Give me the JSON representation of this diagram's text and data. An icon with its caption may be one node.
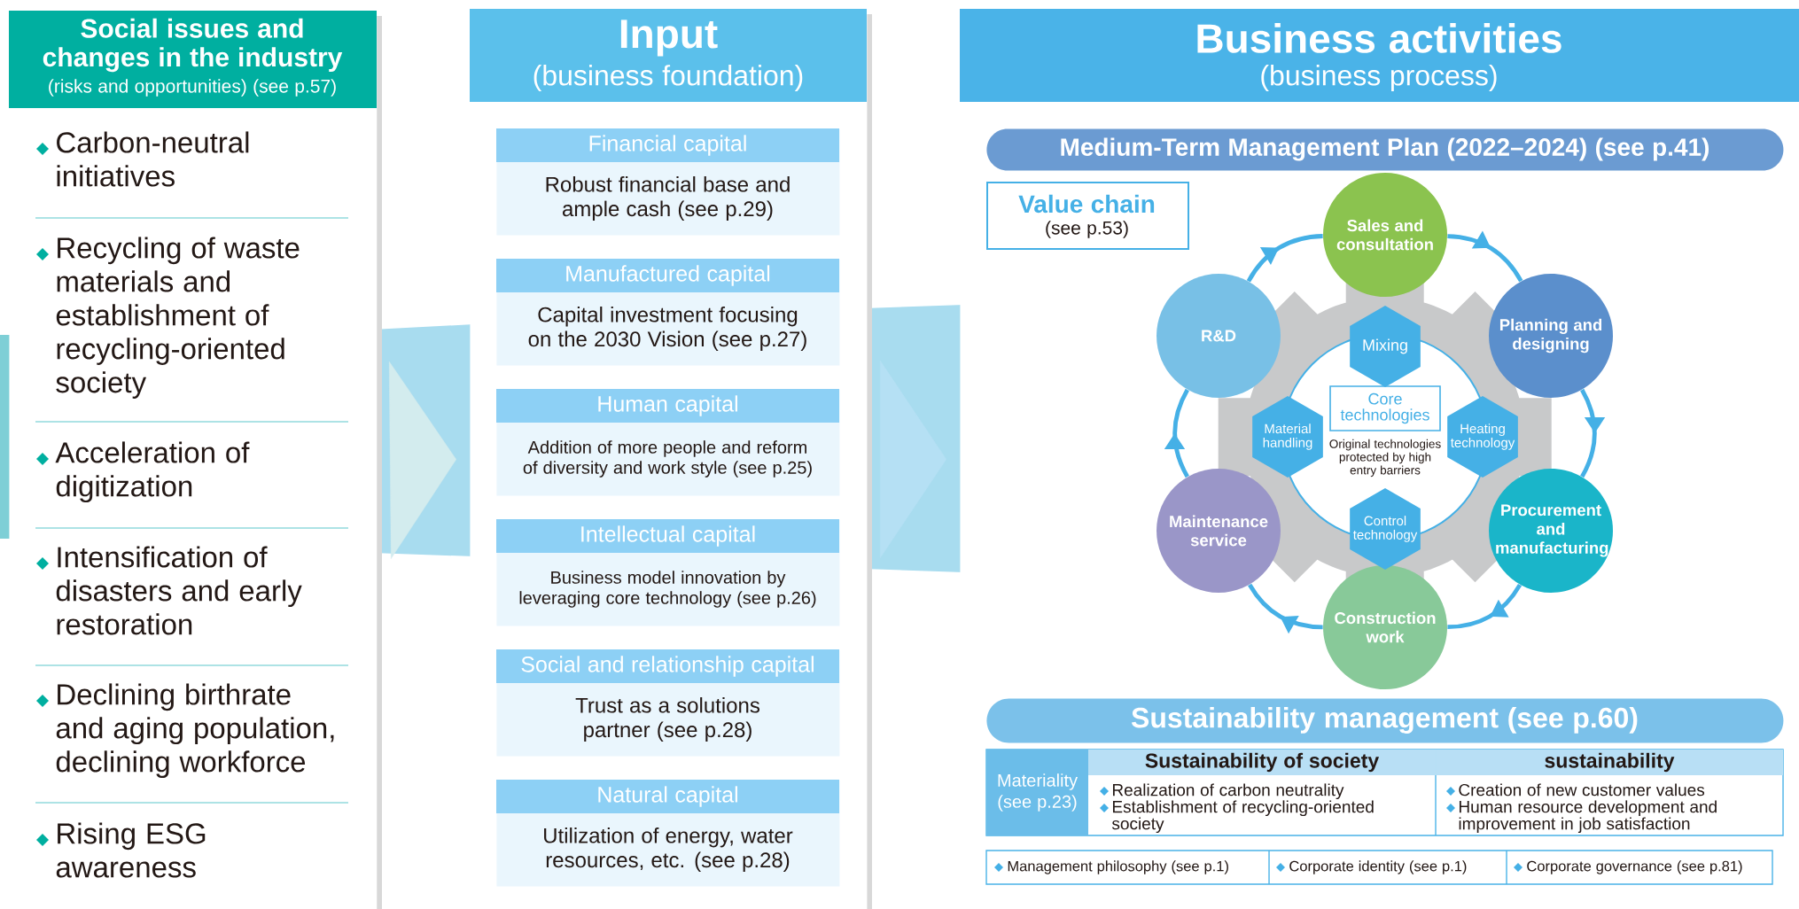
{
  "diagram": {
    "nodes": [
      {
        "text": [
          "Social issues and changes in the industry",
          "(risks and opportunities) (see p.57)",
          "Carbon-neutral initiatives",
          "Recycling of waste materials and establishment of recycling-oriented society",
          "Acceleration of digitization",
          "Intensification of disasters and early restoration",
          "Declining birthrate and aging population, declining workforce",
          "Rising ESG awareness"
        ]
      },
      {
        "text": [
          "Input",
          "(business foundation)"
        ]
      },
      {
        "text": [
          "Financial capital",
          "Robust financial base and ample cash (see p.29)"
        ],
        "in": 1
      },
      {
        "text": [
          "Manufactured capital",
          "Capital investment focusing on the 2030 Vision (see p.27)"
        ],
        "in": 1
      },
      {
        "text": [
          "Human capital",
          "Addition of more people and reform of diversity and work style (see p.25)"
        ],
        "in": 1
      },
      {
        "text": [
          "Intellectual capital",
          "Business model innovation by leveraging core technology (see p.26)"
        ],
        "in": 1
      },
      {
        "text": [
          "Social and relationship capital",
          "Trust as a solutions partner (see p.28)"
        ],
        "in": 1
      },
      {
        "text": [
          "Natural capital",
          "Utilization of energy, water resources, etc. (see p.28)"
        ],
        "in": 1
      },
      {
        "text": [
          "Business activities",
          "(business process)"
        ]
      },
      {
        "text": [
          "Medium-Term Management Plan (2022–2024) (see p.41)"
        ],
        "in": 8
      },
      {
        "text": [
          "Value chain",
          "(see p.53)"
        ],
        "in": 8
      },
      {
        "text": [
          "Sales and consultation"
        ],
        "in": 8
      },
      {
        "text": [
          "Planning and designing"
        ],
        "in": 8
      },
      {
        "text": [
          "Procurement and manufacturing"
        ],
        "in": 8
      },
      {
        "text": [
          "Construction work"
        ],
        "in": 8
      },
      {
        "text": [
          "Maintenance service"
        ],
        "in": 8
      },
      {
        "text": [
          "R&D"
        ],
        "in": 8
      },
      {
        "text": [
          "Core technologies"
        ],
        "beside": [
          "Original technologies protected by high entry barriers"
        ],
        "in": 8
      },
      {
        "text": [
          "Mixing"
        ],
        "in": 8
      },
      {
        "text": [
          "Material handling"
        ],
        "in": 8
      },
      {
        "text": [
          "Heating technology"
        ],
        "in": 8
      },
      {
        "text": [
          "Control technology"
        ],
        "in": 8
      },
      {
        "text": [
          "Sustainability management (see p.60)"
        ],
        "in": 8
      }
    ],
    "edges": [
      {
        "from": 0,
        "to": 1,
        "arrow": "to",
        "color": "#d3ecee"
      },
      {
        "from": 1,
        "to": 8,
        "arrow": "to",
        "color": "#b5e0f4"
      },
      {
        "from": 11,
        "to": 12,
        "arrow": "to"
      },
      {
        "from": 12,
        "to": 13,
        "arrow": "to"
      },
      {
        "from": 13,
        "to": 14,
        "arrow": "to"
      },
      {
        "from": 14,
        "to": 15,
        "arrow": "to"
      },
      {
        "from": 15,
        "to": 16,
        "arrow": "to"
      },
      {
        "from": 16,
        "to": 11,
        "arrow": "to"
      }
    ],
    "labels": [
      "Materiality (see p.23)",
      "Sustainability of society",
      "sustainability",
      "Realization of carbon neutrality",
      "Establishment of recycling-oriented society",
      "Creation of new customer values",
      "Human resource development and improvement in job satisfaction",
      "Management philosophy (see p.1)",
      "Corporate identity (see p.1)",
      "Corporate governance (see p.81)"
    ]
  }
}
